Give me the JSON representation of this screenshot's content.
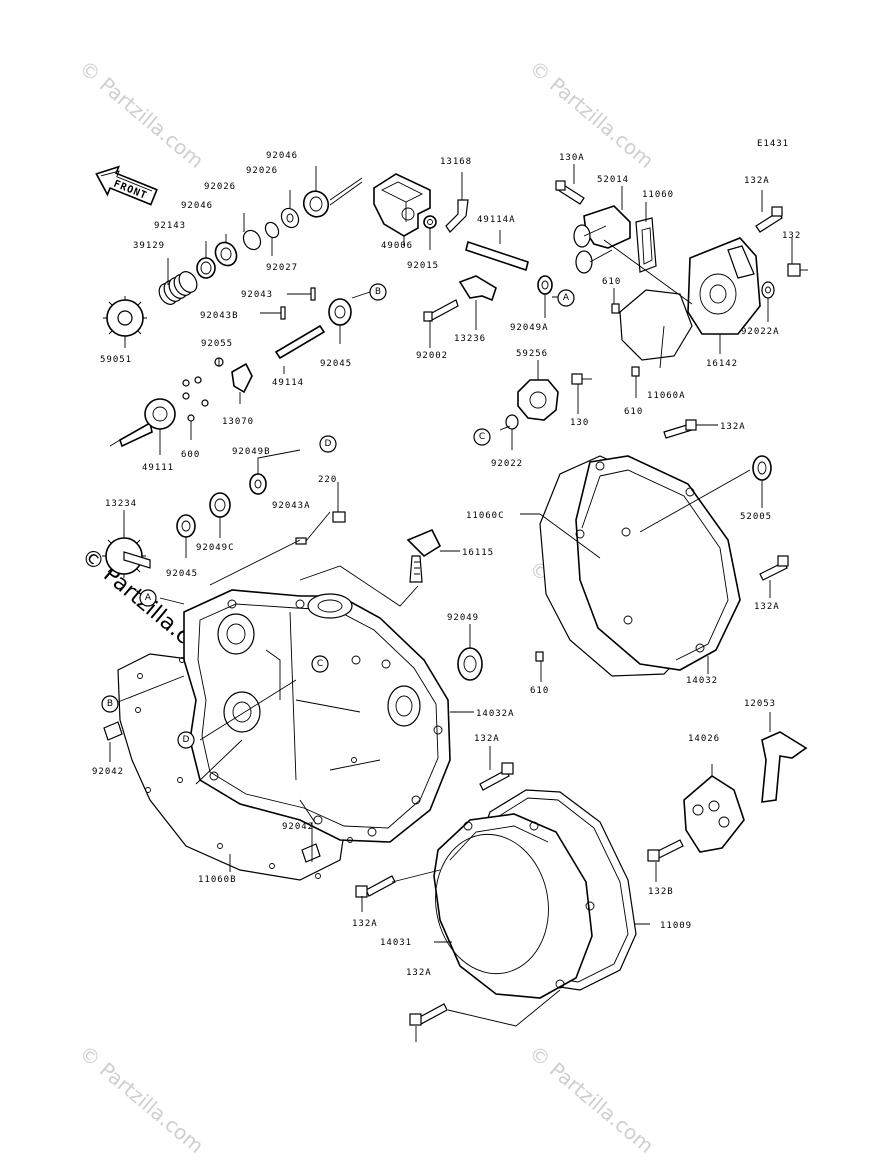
{
  "diagram_code": "E1431",
  "front_label": "FRONT",
  "watermark": "© Partzilla.com",
  "callout_letters": [
    "A",
    "B",
    "C",
    "D"
  ],
  "part_numbers": {
    "p92046a": "92046",
    "p92026a": "92026",
    "p92026b": "92026",
    "p92046b": "92046",
    "p92143": "92143",
    "p39129": "39129",
    "p92027": "92027",
    "p92043": "92043",
    "p92043b": "92043B",
    "p59051": "59051",
    "p92055": "92055",
    "p49114": "49114",
    "p92045a": "92045",
    "p13070": "13070",
    "p49111": "49111",
    "p600": "600",
    "p49006": "49006",
    "p13168": "13168",
    "p49114a": "49114A",
    "p92015": "92015",
    "p13236": "13236",
    "p92049a": "92049A",
    "p92002": "92002",
    "p130a": "130A",
    "p52014": "52014",
    "p11060": "11060",
    "p132a1": "132A",
    "p132": "132",
    "p610a": "610",
    "p92022a": "92022A",
    "p16142": "16142",
    "p11060a": "11060A",
    "p610b": "610",
    "p59256": "59256",
    "p130": "130",
    "p92022": "92022",
    "p132a2": "132A",
    "p92049b": "92049B",
    "p220": "220",
    "p92043a": "92043A",
    "p52005": "52005",
    "p11060c": "11060C",
    "p13234": "13234",
    "p92049c": "92049C",
    "p92045b": "92045",
    "p16115": "16115",
    "p132a3": "132A",
    "p92049": "92049",
    "p610c": "610",
    "p14032": "14032",
    "p14032a": "14032A",
    "p92042a": "92042",
    "p12053": "12053",
    "p132a4": "132A",
    "p14026": "14026",
    "p92042b": "92042",
    "p11060b": "11060B",
    "p132b": "132B",
    "p132a5": "132A",
    "p11009": "11009",
    "p14031": "14031",
    "p132a6": "132A"
  }
}
